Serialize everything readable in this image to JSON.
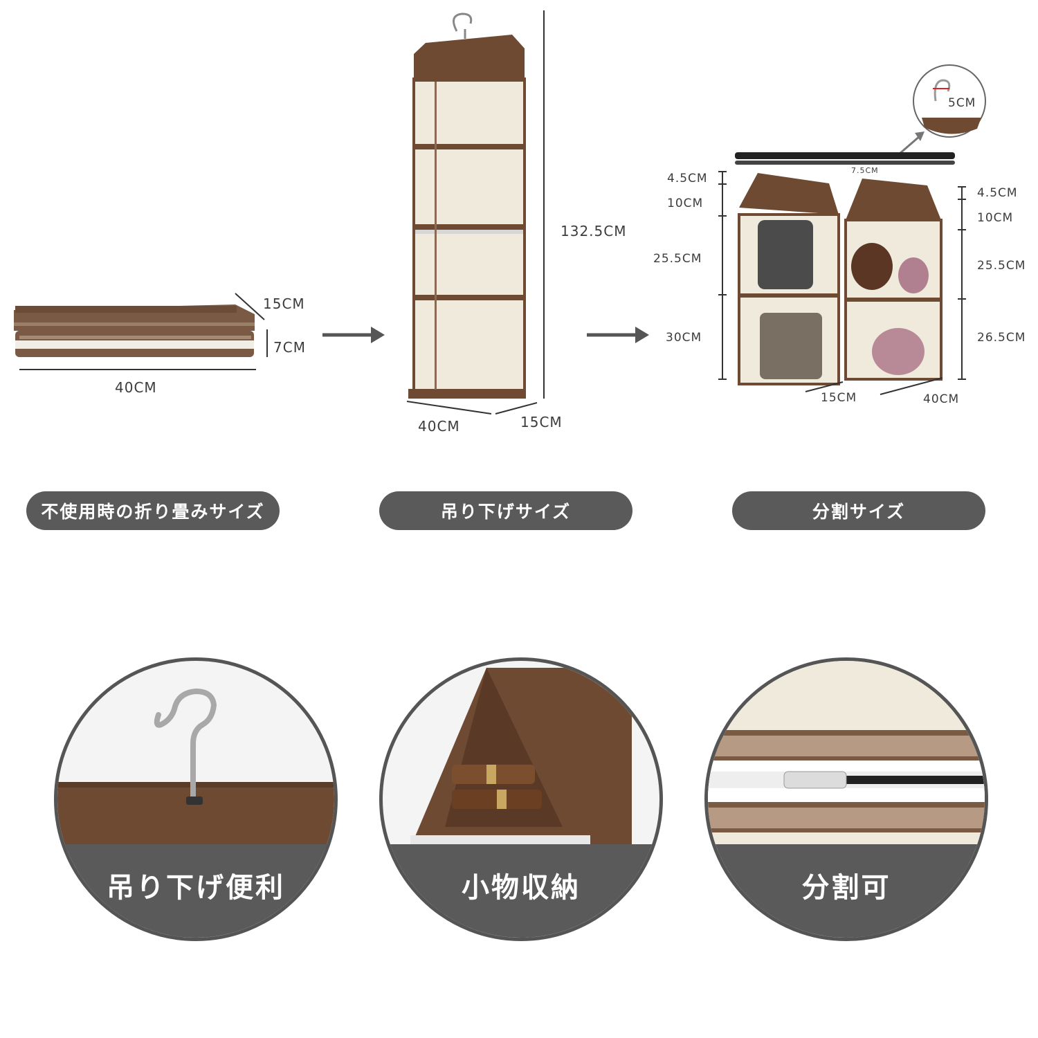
{
  "folded": {
    "depth": "15CM",
    "height": "7CM",
    "width": "40CM"
  },
  "hanging": {
    "height": "132.5CM",
    "width": "40CM",
    "depth": "15CM"
  },
  "split": {
    "hook_gap": "5CM",
    "hanger_gap": "7.5CM",
    "left": [
      "4.5CM",
      "10CM",
      "25.5CM",
      "30CM"
    ],
    "right": [
      "4.5CM",
      "10CM",
      "25.5CM",
      "26.5CM"
    ],
    "depth": "15CM",
    "width": "40CM"
  },
  "captions": {
    "folded": "不使用時の折り畳みサイズ",
    "hanging": "吊り下げサイズ",
    "split": "分割サイズ"
  },
  "features": [
    {
      "label": "吊り下げ便利"
    },
    {
      "label": "小物収納"
    },
    {
      "label": "分割可"
    }
  ],
  "colors": {
    "brown": "#6e4a33",
    "beige": "#efeadb",
    "pill": "#5a5a5a"
  }
}
